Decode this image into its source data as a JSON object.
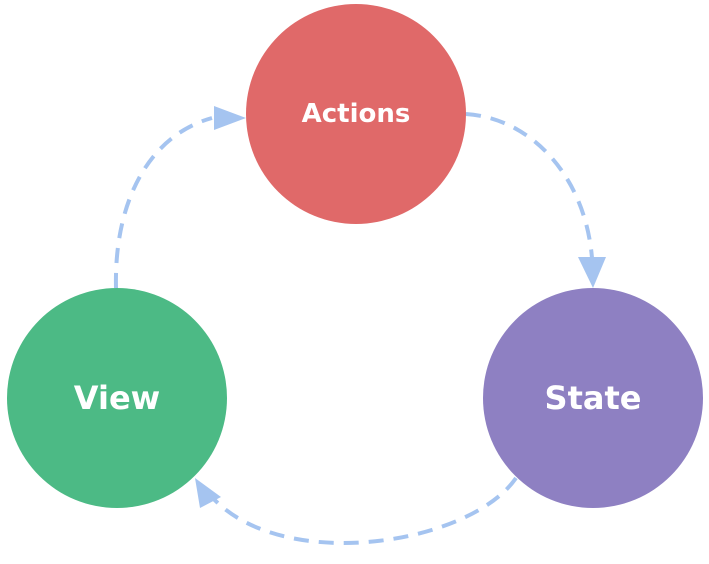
{
  "nodes": {
    "actions": {
      "label": "Actions",
      "color": "#e06969"
    },
    "state": {
      "label": "State",
      "color": "#8e80c2"
    },
    "view": {
      "label": "View",
      "color": "#4cba85"
    }
  },
  "edges": [
    {
      "from": "actions",
      "to": "state"
    },
    {
      "from": "state",
      "to": "view"
    },
    {
      "from": "view",
      "to": "actions"
    }
  ],
  "colors": {
    "arrow": "#a5c4f0"
  }
}
